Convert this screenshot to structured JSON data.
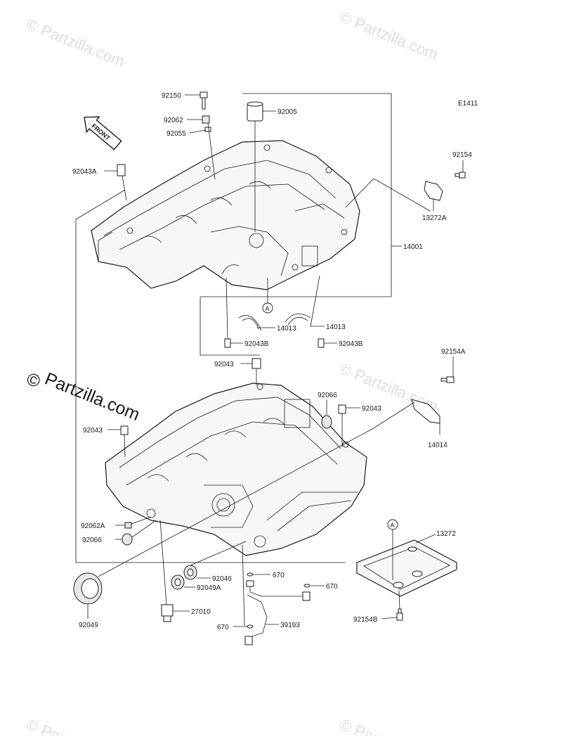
{
  "diagram_code": "E1411",
  "front_label": "FRONT",
  "callout_marker": "A",
  "watermarks": {
    "small": "© Partzilla.com",
    "large_copyright": "©",
    "large_text": "Partzilla.com"
  },
  "labels": {
    "p92150": "92150",
    "p92062": "92062",
    "p92055": "92055",
    "p92005": "92005",
    "p92154": "92154",
    "p92043A": "92043A",
    "p13272A": "13272A",
    "p14001": "14001",
    "p14013a": "14013",
    "p14013b": "14013",
    "p92043Ba": "92043B",
    "p92043Bb": "92043B",
    "p92154A": "92154A",
    "p92043a": "92043",
    "p92066a": "92066",
    "p92043b": "92043",
    "p92043c": "92043",
    "p14014": "14014",
    "p92062A": "92062A",
    "p92066b": "92066",
    "p13272": "13272",
    "p92046": "92046",
    "p92049A": "92049A",
    "p670a": "670",
    "p670b": "670",
    "p27010": "27010",
    "p670c": "670",
    "p39193": "39193",
    "p92049": "92049",
    "p92154B": "92154B"
  }
}
